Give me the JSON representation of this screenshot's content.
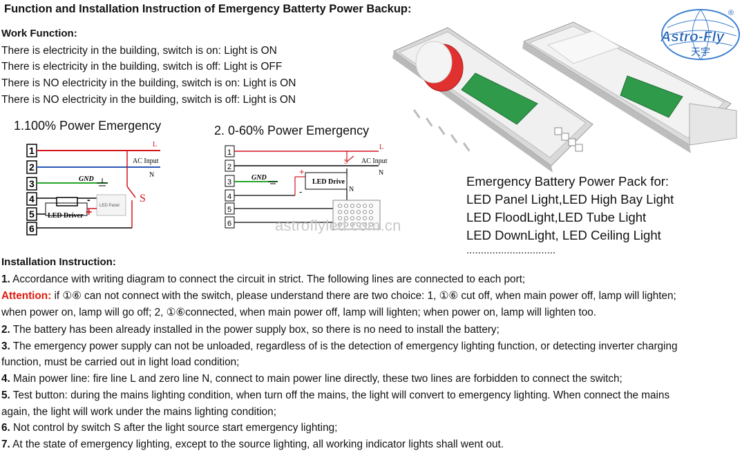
{
  "title": "Function and Installation Instruction of Emergency Batterty Power Backup:",
  "work_function": {
    "heading": "Work Function:",
    "lines": [
      "There is electricity in the building, switch is on: Light is ON",
      "There is electricity in the building, switch is off: Light is OFF",
      "There is NO electricity in the building, switch is on: Light is ON",
      "There is NO electricity in the building, switch is off: Light is ON"
    ]
  },
  "diagram1": {
    "title": "1.100% Power Emergency",
    "ports": [
      "1",
      "2",
      "3",
      "4",
      "5",
      "6"
    ],
    "labels": {
      "l": "L",
      "ac_input": "AC Input",
      "n": "N",
      "gnd": "GND",
      "s": "S",
      "driver": "LED Driver",
      "panel": "LED Panel",
      "plus": "+",
      "minus": "-"
    }
  },
  "diagram2": {
    "title": "2. 0-60% Power Emergency",
    "ports": [
      "1",
      "2",
      "3",
      "4",
      "5",
      "6"
    ],
    "labels": {
      "l": "L",
      "ac_input": "AC Input",
      "n": "N",
      "s": "S",
      "gnd": "GND",
      "driver": "LED Drive",
      "n2": "N",
      "plus": "+",
      "minus": "-"
    }
  },
  "logo": {
    "name": "Astro-Fly",
    "chinese": "天宇",
    "registered": "®"
  },
  "promo": {
    "lines": [
      "Emergency Battery Power Pack for:",
      "LED Panel Light,LED High Bay Light",
      "LED FloodLight,LED Tube Light",
      "LED DownLight, LED Ceiling Light",
      "..............................."
    ]
  },
  "watermark": "astroflyled.com.cn",
  "installation": {
    "heading": "Installation Instruction:",
    "items": [
      {
        "num": "1.",
        "text": " Accordance with writing diagram to connect the circuit in strict. The following lines are connected to each port;"
      },
      {
        "attention": "Attention:",
        "text": " if ①⑥ can not connect with the switch, please understand there are two choice: 1, ①⑥ cut off, when main power off, lamp will lighten;"
      },
      {
        "text": "when power on, lamp will go off; 2, ①⑥connected, when main power off, lamp will lighten; when power on, lamp will lighten too."
      },
      {
        "num": "2.",
        "text": " The battery has been already  installed in the power supply box, so there is no need to install the battery;"
      },
      {
        "num": "3.",
        "text": " The emergency power supply can not be unloaded, regardless of is the detection of emergency lighting function, or detecting inverter charging"
      },
      {
        "text": "function, must be carried out in light load condition;"
      },
      {
        "num": "4.",
        "text": " Main power line: fire line L and zero line N, connect to main power line directly, these two lines are forbidden to connect the switch;"
      },
      {
        "num": "5.",
        "text": " Test button: during the mains lighting condition, when turn off the mains, the light will convert to emergency lighting.  When connect the mains"
      },
      {
        "text": "again, the light will work under the mains lighting condition;"
      },
      {
        "num": "6.",
        "text": " Not control by switch S after the light source start emergency lighting;"
      },
      {
        "num": "7.",
        "text": " At the state of emergency lighting, except to the source lighting, all working indicator lights shall went out."
      }
    ]
  }
}
